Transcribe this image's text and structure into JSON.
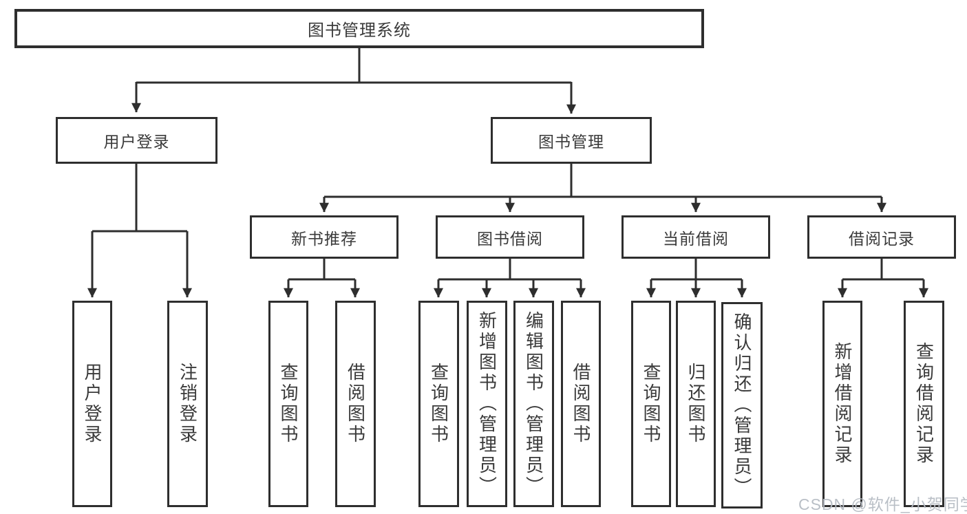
{
  "tree": {
    "root": {
      "label": "图书管理系统",
      "children": [
        {
          "label": "用户登录",
          "children": [
            {
              "label": "用户登录"
            },
            {
              "label": "注销登录"
            }
          ]
        },
        {
          "label": "图书管理",
          "children": [
            {
              "label": "新书推荐",
              "children": [
                {
                  "label": "查询图书"
                },
                {
                  "label": "借阅图书"
                }
              ]
            },
            {
              "label": "图书借阅",
              "children": [
                {
                  "label": "查询图书"
                },
                {
                  "label": "新增图书（管理员）"
                },
                {
                  "label": "编辑图书（管理员）"
                },
                {
                  "label": "借阅图书"
                }
              ]
            },
            {
              "label": "当前借阅",
              "children": [
                {
                  "label": "查询图书"
                },
                {
                  "label": "归还图书"
                },
                {
                  "label": "确认归还（管理员）"
                }
              ]
            },
            {
              "label": "借阅记录",
              "children": [
                {
                  "label": "新增借阅记录"
                },
                {
                  "label": "查询借阅记录"
                }
              ]
            }
          ]
        }
      ]
    }
  },
  "watermark": {
    "text": "CSDN @软件_小贺同学"
  },
  "colors": {
    "line": "#2e2e2e",
    "box_border": "#2e2e2e",
    "text": "#3a3a3a",
    "background": "#ffffff",
    "watermark": "#b6bcc4"
  }
}
